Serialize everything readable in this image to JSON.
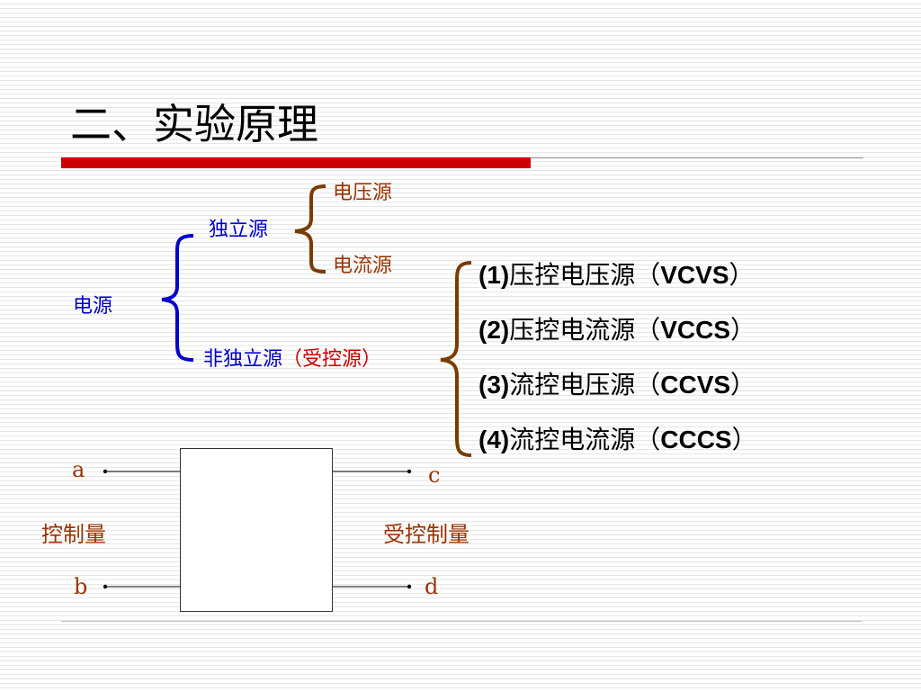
{
  "title": "二、实验原理",
  "tree": {
    "root": "电源",
    "independent": "独立源",
    "voltage_source": "电压源",
    "current_source": "电流源",
    "dependent": "非独立源",
    "dependent_note": "（受控源）"
  },
  "controlled_sources": [
    {
      "num": "(1)",
      "text": "压控电压源（",
      "abbr": "VCVS",
      "close": "）"
    },
    {
      "num": "(2)",
      "text": "压控电流源（",
      "abbr": "VCCS",
      "close": "）"
    },
    {
      "num": "(3)",
      "text": "流控电压源（",
      "abbr": "CCVS",
      "close": "）"
    },
    {
      "num": "(4)",
      "text": "流控电流源（",
      "abbr": "CCCS",
      "close": "）"
    }
  ],
  "two_port": {
    "terminal_a": "a",
    "terminal_b": "b",
    "terminal_c": "c",
    "terminal_d": "d",
    "control_label": "控制量",
    "controlled_label": "受控制量"
  },
  "colors": {
    "accent_red": "#cc0000",
    "blue": "#0000cc",
    "brown": "#993300"
  }
}
